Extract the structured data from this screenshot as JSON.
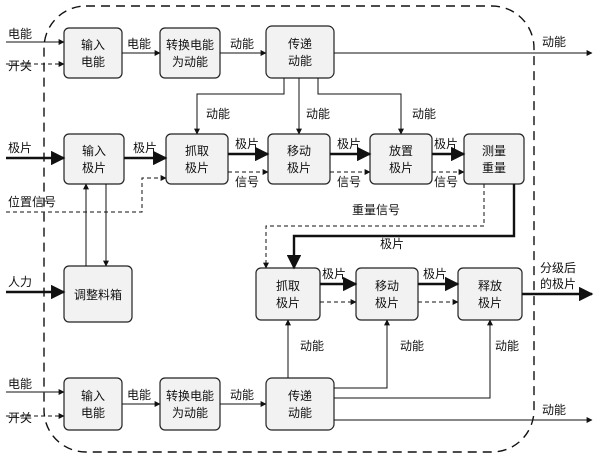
{
  "boxes": {
    "input_power_top": [
      "输入",
      "电能"
    ],
    "convert_top": [
      "转换电能",
      "为动能"
    ],
    "transfer_top": [
      "传递",
      "动能"
    ],
    "input_sheet": [
      "输入",
      "极片"
    ],
    "grab1": [
      "抓取",
      "极片"
    ],
    "move1": [
      "移动",
      "极片"
    ],
    "place1": [
      "放置",
      "极片"
    ],
    "measure": [
      "测量",
      "重量"
    ],
    "adjust": [
      "调整料箱"
    ],
    "grab2": [
      "抓取",
      "极片"
    ],
    "move2": [
      "移动",
      "极片"
    ],
    "release": [
      "释放",
      "极片"
    ],
    "input_power_bottom": [
      "输入",
      "电能"
    ],
    "convert_bottom": [
      "转换电能",
      "为动能"
    ],
    "transfer_bottom": [
      "传递",
      "动能"
    ]
  },
  "labels": {
    "power_in_top": "电能",
    "switch_top": "开关",
    "power_mid_top": "电能",
    "kinetic_mid_top": "动能",
    "kinetic_out_top": "动能",
    "kinetic_grab1": "动能",
    "kinetic_move1": "动能",
    "kinetic_place1": "动能",
    "sheet_in": "极片",
    "sheet_a": "极片",
    "sheet_b": "极片",
    "sheet_c": "极片",
    "signal_a": "信号",
    "signal_b": "信号",
    "signal_c": "信号",
    "position_signal": "位置信号",
    "weight_signal": "重量信号",
    "sheet_down": "极片",
    "manpower": "人力",
    "sheet_d": "极片",
    "sheet_e": "极片",
    "graded_out_1": "分级后",
    "graded_out_2": "的极片",
    "kinetic_grab2": "动能",
    "kinetic_move2": "动能",
    "kinetic_release": "动能",
    "power_in_bottom": "电能",
    "switch_bottom": "开关",
    "power_mid_bottom": "电能",
    "kinetic_mid_bottom": "动能",
    "kinetic_out_bottom": "动能"
  }
}
